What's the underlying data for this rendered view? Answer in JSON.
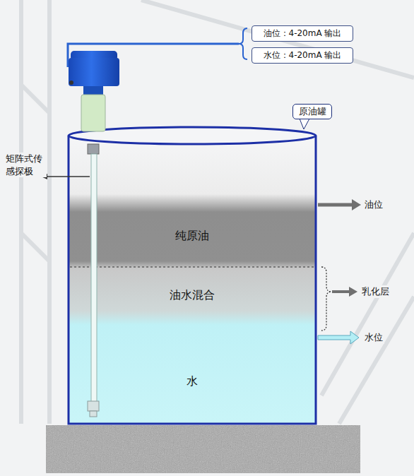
{
  "diagram": {
    "nodes": [
      {
        "text": [
          "油位：4-20mA 输出"
        ]
      },
      {
        "text": [
          "水位：4-20mA 输出"
        ]
      },
      {
        "text": [
          "原油罐"
        ]
      },
      {
        "text": [
          "纯原油"
        ]
      },
      {
        "text": [
          "油水混合"
        ]
      },
      {
        "text": [
          "水"
        ]
      }
    ],
    "labels": [
      "矩阵式传 感探极",
      "油位",
      "乳化层",
      "水位"
    ]
  }
}
